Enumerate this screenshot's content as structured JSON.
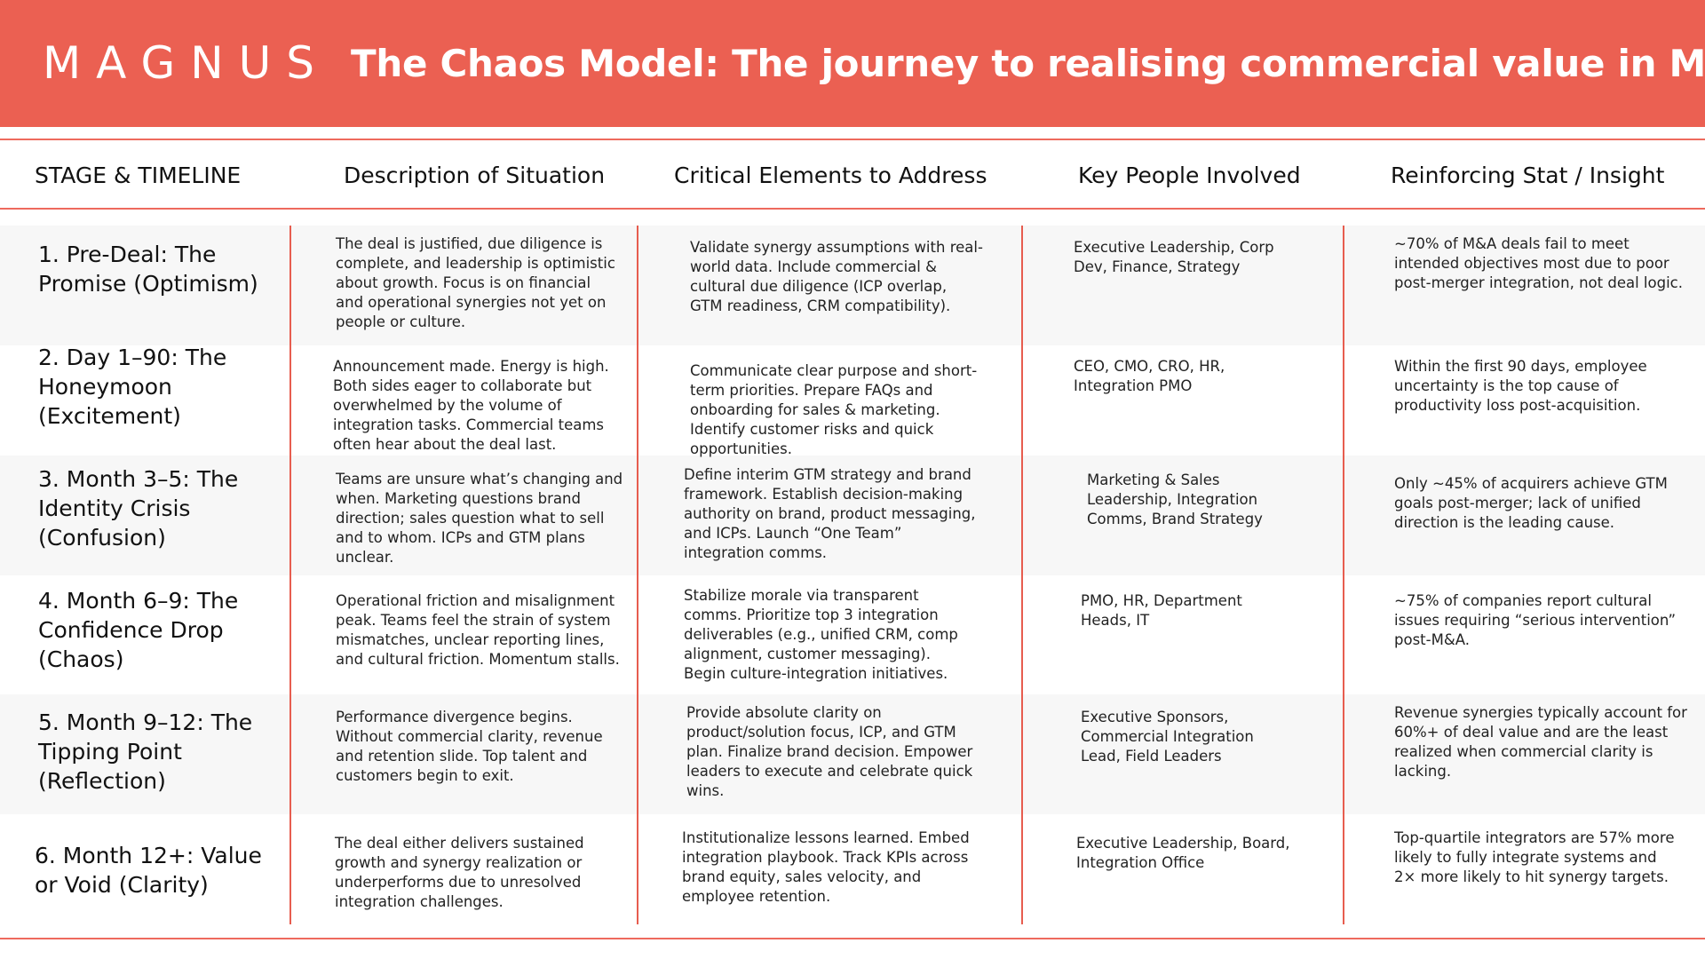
{
  "brand": {
    "logo": "MAGNUS",
    "accent_color": "#eb6052",
    "line_color": "#e75d4f",
    "row_shade": "#f7f7f7"
  },
  "title": "The Chaos Model: The journey to realising commercial value in M&A",
  "columns": [
    "STAGE & TIMELINE",
    "Description of Situation",
    "Critical Elements to Address",
    "Key People Involved",
    "Reinforcing Stat / Insight"
  ],
  "rows": [
    {
      "stage": "1. Pre-Deal: The Promise (Optimism)",
      "description": "The deal is justified, due diligence is complete, and leadership is optimistic about growth. Focus is on financial and operational synergies not yet on people or culture.",
      "critical": "Validate synergy assumptions with real-world data. Include commercial & cultural due diligence (ICP overlap, GTM readiness, CRM compatibility).",
      "people": "Executive Leadership, Corp Dev, Finance, Strategy",
      "stat": "~70% of M&A deals fail to meet intended objectives most due to poor post-merger integration, not deal logic."
    },
    {
      "stage": "2. Day 1–90: The Honeymoon (Excitement)",
      "description": "Announcement made. Energy is high. Both sides eager to collaborate but overwhelmed by the volume of integration tasks. Commercial teams often hear about the deal last.",
      "critical": "Communicate clear purpose and short-term priorities. Prepare FAQs and onboarding for sales & marketing. Identify customer risks and quick opportunities.",
      "people": "CEO, CMO, CRO, HR, Integration PMO",
      "stat": "Within the first 90 days, employee uncertainty is the top cause of productivity loss post-acquisition."
    },
    {
      "stage": "3. Month 3–5: The Identity Crisis (Confusion)",
      "description": "Teams are unsure what’s changing and when. Marketing questions brand direction; sales question what to sell and to whom. ICPs and GTM plans unclear.",
      "critical": "Define interim GTM strategy and brand framework. Establish decision-making authority on brand, product messaging, and ICPs. Launch “One Team” integration comms.",
      "people": "Marketing & Sales Leadership, Integration Comms, Brand Strategy",
      "stat": "Only ~45% of acquirers achieve GTM goals post-merger; lack of unified direction is the leading cause."
    },
    {
      "stage": "4. Month 6–9: The Confidence Drop (Chaos)",
      "description": "Operational friction and misalignment peak. Teams feel the strain of system mismatches, unclear reporting lines, and cultural friction. Momentum stalls.",
      "critical": "Stabilize morale via transparent comms. Prioritize top 3 integration deliverables (e.g., unified CRM, comp alignment, customer messaging). Begin culture-integration initiatives.",
      "people": "PMO, HR, Department Heads, IT",
      "stat": "~75% of companies report cultural issues requiring “serious intervention” post-M&A."
    },
    {
      "stage": "5. Month 9–12: The Tipping Point (Reflection)",
      "description": "Performance divergence begins. Without commercial clarity, revenue and retention slide. Top talent and customers begin to exit.",
      "critical": "Provide absolute clarity on product/solution focus, ICP, and GTM plan. Finalize brand decision. Empower leaders to execute and celebrate quick wins.",
      "people": "Executive Sponsors, Commercial Integration Lead, Field Leaders",
      "stat": "Revenue synergies typically account for 60%+ of deal value and are the least realized when commercial clarity is lacking."
    },
    {
      "stage": "6. Month 12+: Value or Void (Clarity)",
      "description": "The deal either delivers sustained growth and synergy realization or underperforms due to unresolved integration challenges.",
      "critical": "Institutionalize lessons learned. Embed integration playbook. Track KPIs across brand equity, sales velocity, and employee retention.",
      "people": "Executive Leadership, Board, Integration Office",
      "stat": "Top-quartile integrators are 57% more likely to fully integrate systems and 2× more likely to hit synergy targets."
    }
  ]
}
